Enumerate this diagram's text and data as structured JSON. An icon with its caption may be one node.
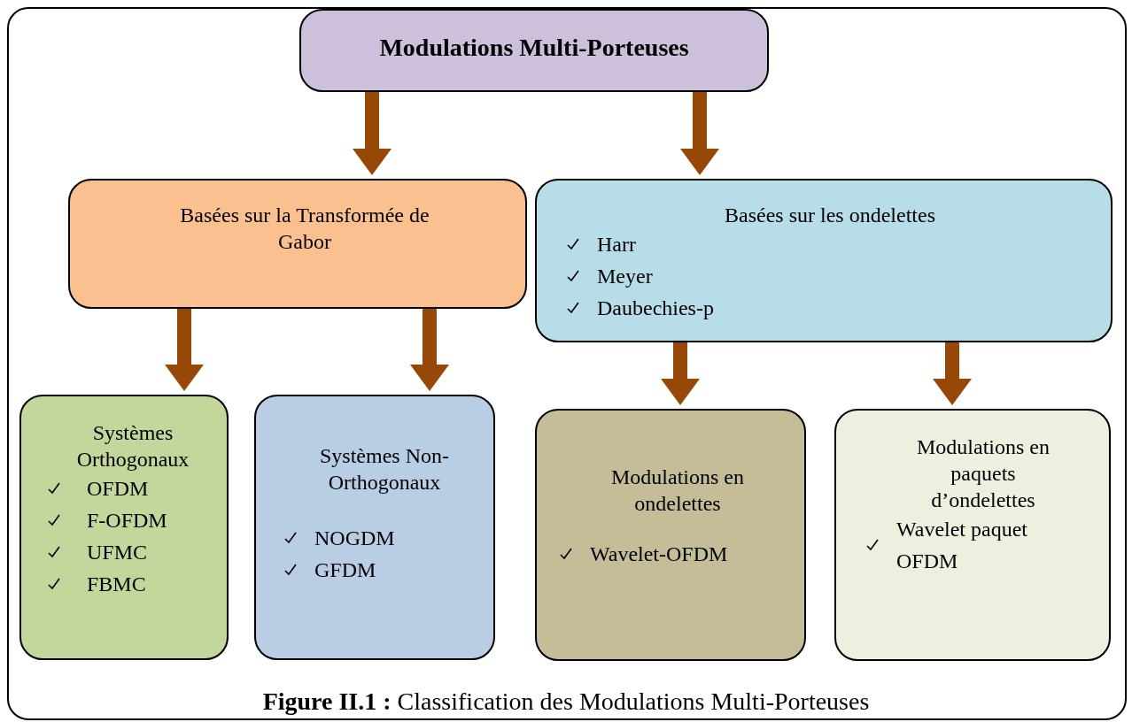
{
  "diagram": {
    "caption": "**Figure II.1 :** Classification des Modulations Multi-Porteuses",
    "nodes": [
      {
        "text": [
          "Modulations Multi-Porteuses"
        ]
      },
      {
        "text": [
          "Basées sur la Transformée de Gabor"
        ]
      },
      {
        "text": [
          "Basées sur les ondelettes",
          "Harr",
          "Meyer",
          "Daubechies-p"
        ]
      },
      {
        "text": [
          "Systèmes Orthogonaux",
          "OFDM",
          "F-OFDM",
          "UFMC",
          "FBMC"
        ]
      },
      {
        "text": [
          "Systèmes Non-Orthogonaux",
          "NOGDM",
          "GFDM"
        ]
      },
      {
        "text": [
          "Modulations en ondelettes",
          "Wavelet-OFDM"
        ]
      },
      {
        "text": [
          "Modulations en paquets d’ondelettes",
          "Wavelet paquet OFDM"
        ]
      }
    ],
    "edges": [
      {
        "from": 0,
        "to": 1,
        "arrow": "to"
      },
      {
        "from": 0,
        "to": 2,
        "arrow": "to"
      },
      {
        "from": 1,
        "to": 3,
        "arrow": "to"
      },
      {
        "from": 1,
        "to": 4,
        "arrow": "to"
      },
      {
        "from": 2,
        "to": 5,
        "arrow": "to"
      },
      {
        "from": 2,
        "to": 6,
        "arrow": "to"
      }
    ]
  }
}
